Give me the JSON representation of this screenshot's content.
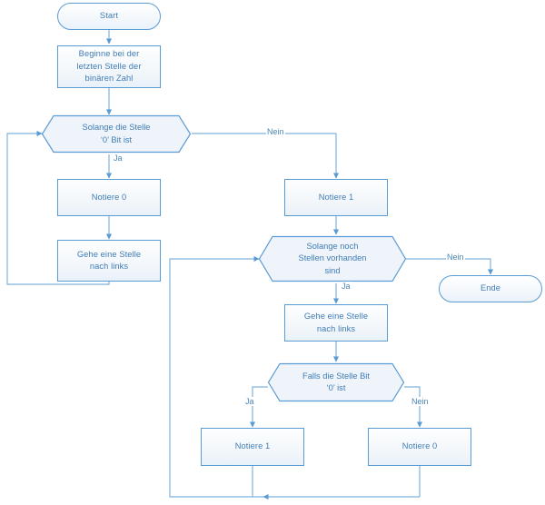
{
  "diagram": {
    "title": "Binary increment flowchart",
    "language": "de",
    "colors": {
      "stroke": "#5b9bd5",
      "text": "#3f7cb5",
      "edge": "#7eb3de",
      "fill_top": "#ffffff",
      "fill_bottom": "#e9f1f9",
      "background": "#ffffff"
    },
    "nodes": [
      {
        "id": "start",
        "shape": "terminator",
        "label": "Start"
      },
      {
        "id": "init",
        "shape": "process",
        "label": "Beginne bei der\nletzten Stelle der\nbinären Zahl"
      },
      {
        "id": "dec1",
        "shape": "hexagon",
        "label": "Solange die Stelle\n‘0’ Bit ist"
      },
      {
        "id": "note0_left",
        "shape": "process",
        "label": "Notiere 0"
      },
      {
        "id": "shift_left",
        "shape": "process",
        "label": "Gehe eine Stelle\nnach links"
      },
      {
        "id": "note1_right",
        "shape": "process",
        "label": "Notiere 1"
      },
      {
        "id": "dec2",
        "shape": "hexagon",
        "label": "Solange noch\nStellen vorhanden\nsind"
      },
      {
        "id": "end",
        "shape": "terminator",
        "label": "Ende"
      },
      {
        "id": "shift_left_2",
        "shape": "process",
        "label": "Gehe eine Stelle\nnach links"
      },
      {
        "id": "dec3",
        "shape": "hexagon",
        "label": "Falls die Stelle Bit\n‘0’ ist"
      },
      {
        "id": "note1_bottom",
        "shape": "process",
        "label": "Notiere 1"
      },
      {
        "id": "note0_bottom",
        "shape": "process",
        "label": "Notiere 0"
      }
    ],
    "edge_labels": {
      "dec1_no": "Nein",
      "dec1_yes": "Ja",
      "dec2_no": "Nein",
      "dec2_yes": "Ja",
      "dec3_yes": "Ja",
      "dec3_no": "Nein"
    }
  }
}
